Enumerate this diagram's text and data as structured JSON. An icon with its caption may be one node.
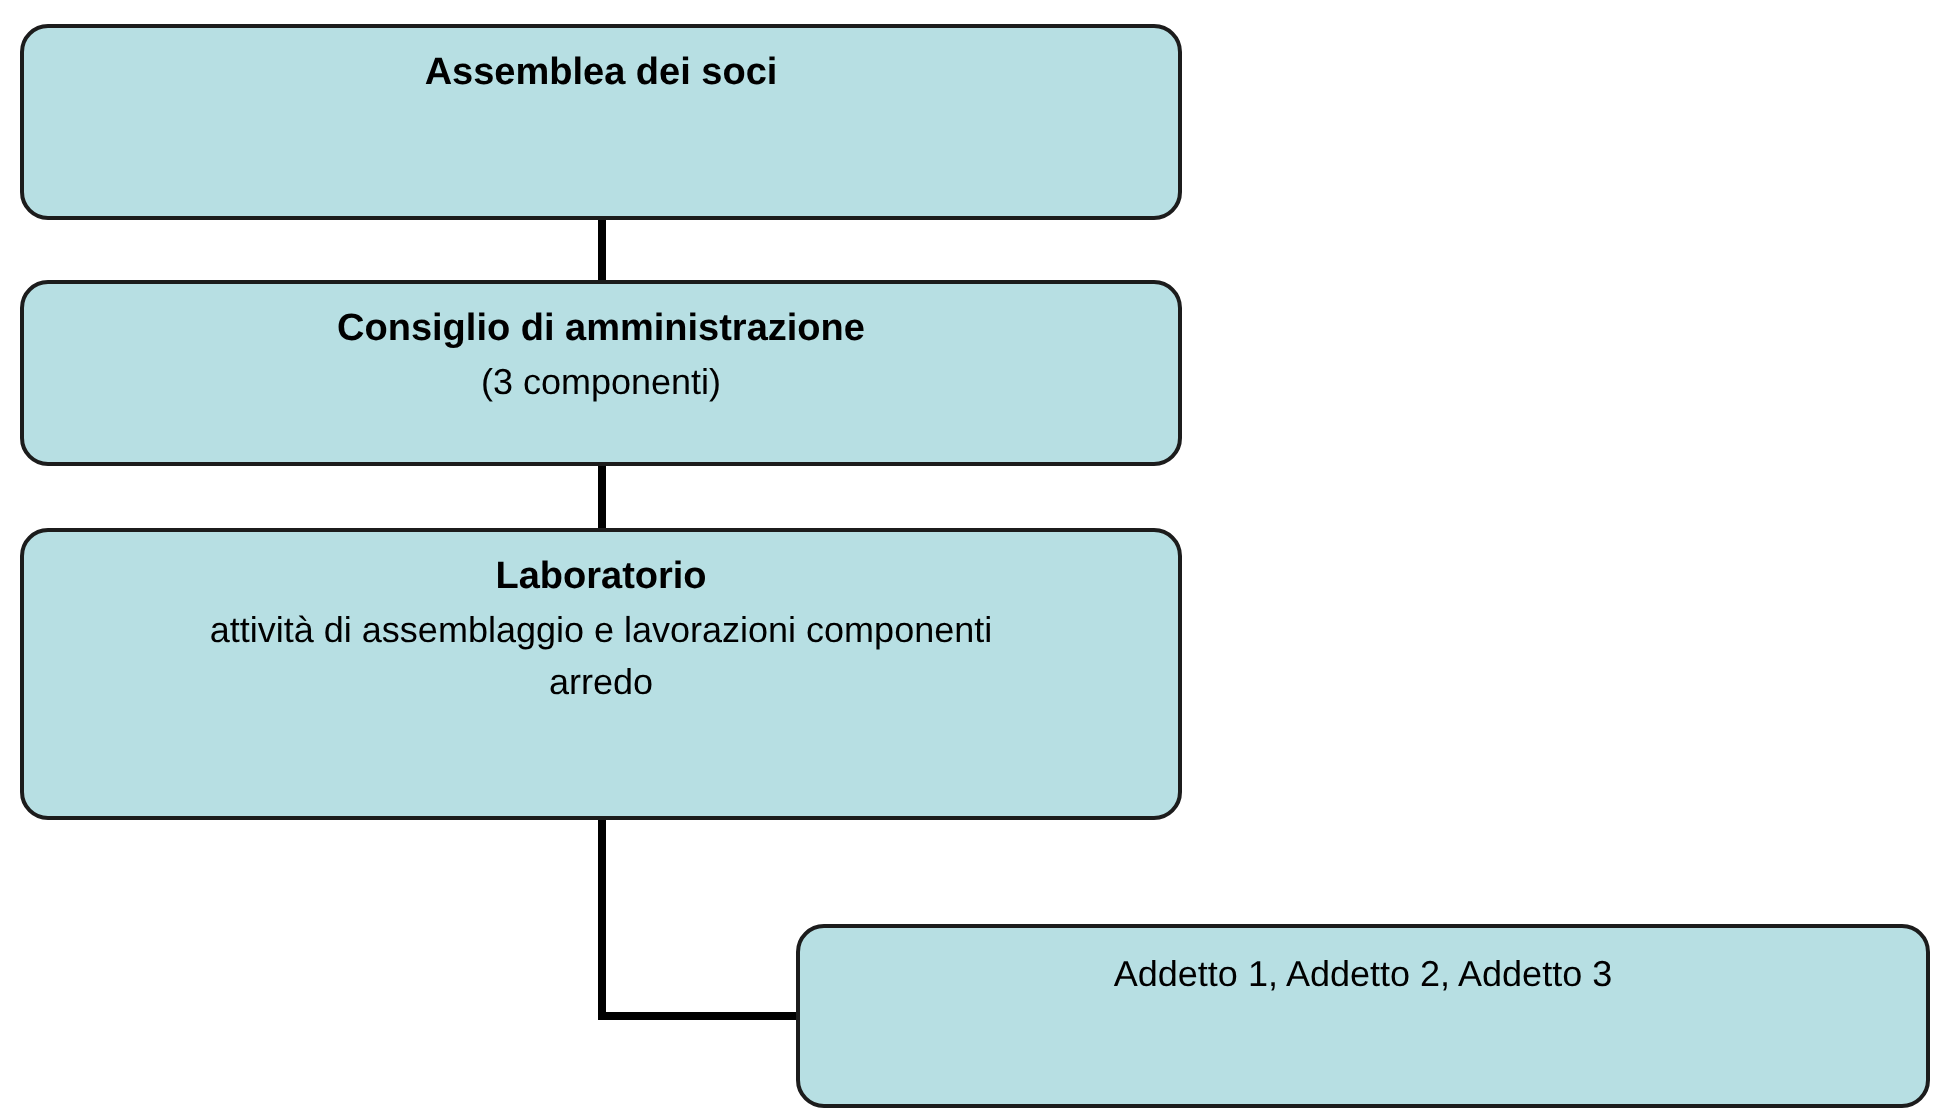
{
  "diagram": {
    "nodes": [
      {
        "text": [
          "Assemblea dei soci"
        ]
      },
      {
        "text": [
          "Consiglio di amministrazione",
          "(3 componenti)"
        ]
      },
      {
        "text": [
          "Laboratorio",
          "attività di assemblaggio e lavorazioni componenti arredo"
        ]
      },
      {
        "text": [
          "Addetto 1, Addetto 2, Addetto 3"
        ]
      }
    ],
    "edges": [
      {
        "from": 0,
        "to": 1,
        "arrow": "none"
      },
      {
        "from": 1,
        "to": 2,
        "arrow": "none"
      },
      {
        "from": 2,
        "to": 3,
        "arrow": "none"
      }
    ]
  }
}
